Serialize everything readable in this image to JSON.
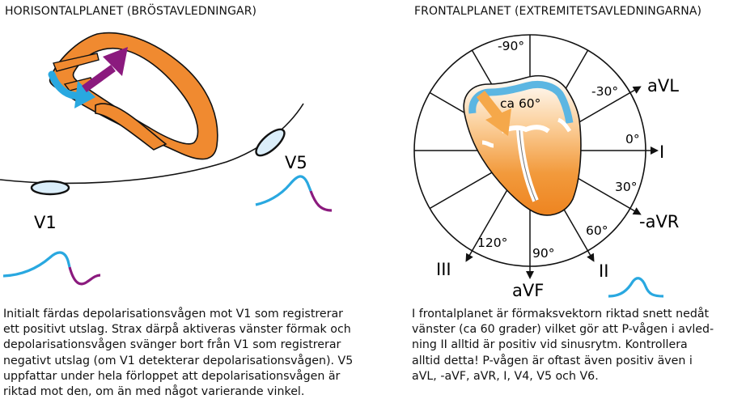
{
  "horizontal": {
    "title": "HORISONTALPLANET (BRÖSTAVLEDNINGAR)",
    "lead_v1": "V1",
    "lead_v5": "V5",
    "paragraph_lines": [
      "Initialt färdas depolarisationsvågen mot V1 som registrerar",
      "ett positivt utslag. Strax därpå aktiveras vänster förmak och",
      "depolarisationsvågen svänger bort från V1 som registrerar",
      "negativt utslag (om V1 detekterar depolarisationsvågen). V5",
      "uppfattar under hela förloppet att depolarisationsvågen är",
      "riktad mot den, om än med något varierande vinkel."
    ]
  },
  "frontal": {
    "title": "FRONTALPLANET (EXTREMITETSAVLEDNINGARNA)",
    "vector_label": "ca 60°",
    "angles": {
      "m90": "-90°",
      "m30": "-30°",
      "zero": "0°",
      "p30": "30°",
      "p60": "60°",
      "p90": "90°",
      "p120": "120°"
    },
    "leads": {
      "avl": "aVL",
      "i": "I",
      "mavr": "-aVR",
      "ii": "II",
      "avf": "aVF",
      "iii": "III"
    },
    "paragraph_lines": [
      "I frontalplanet är förmaksvektorn riktad snett nedåt",
      "vänster (ca 60 grader) vilket gör att P-vågen i avled-",
      "ning II alltid är positiv vid sinusrytm. Kontrollera",
      "alltid detta! P-vågen är oftast även positiv även i",
      "aVL, -aVF, aVR, I, V4, V5 och V6."
    ]
  },
  "colors": {
    "heart_orange": "#f08a30",
    "atrium_blue": "#5cb6e2",
    "wave_blue": "#29a8e0",
    "wave_purple": "#8b1a7e",
    "arrow_purple": "#8b1a7e",
    "vector_orange": "#f5a84a"
  }
}
